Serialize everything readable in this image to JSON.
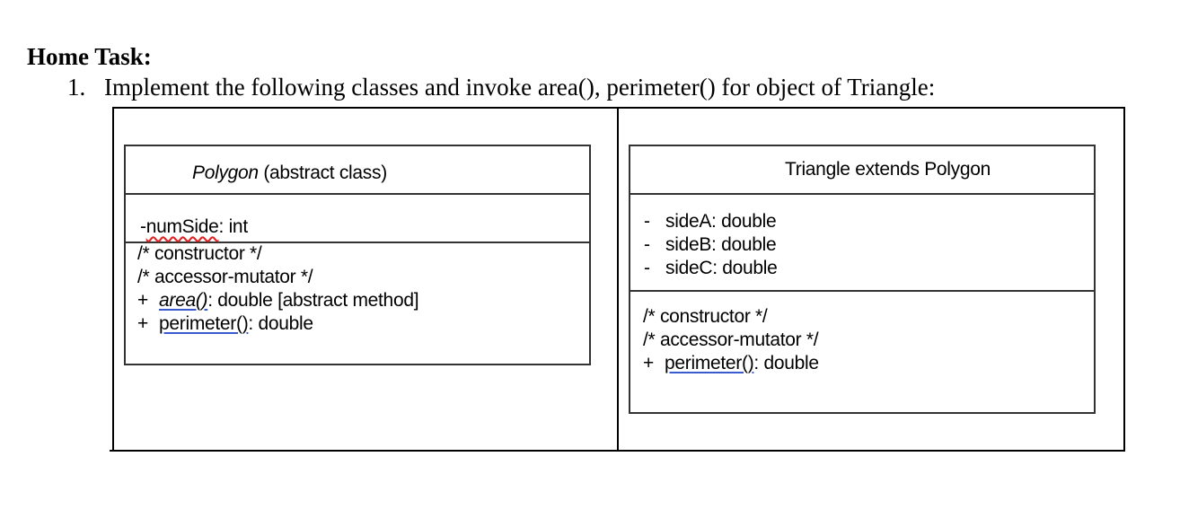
{
  "heading": "Home Task:",
  "task": {
    "number": "1.",
    "text": "Implement the following classes and invoke area(), perimeter() for object of Triangle:"
  },
  "polygon": {
    "name": "Polygon",
    "name_suffix": " (abstract class)",
    "attribute_prefix": "-",
    "attribute_name": "numSide",
    "attribute_type": ": int",
    "comment_constructor": "/* constructor */",
    "comment_accessor": "/* accessor-mutator */",
    "area_mark": "+",
    "area_name": "area()",
    "area_rest": ": double [abstract method]",
    "perimeter_mark": "+",
    "perimeter_name": "perimeter()",
    "perimeter_rest": ": double"
  },
  "triangle": {
    "title": "Triangle extends Polygon",
    "attributes": [
      {
        "mark": "-",
        "text": "sideA: double"
      },
      {
        "mark": "-",
        "text": "sideB: double"
      },
      {
        "mark": "-",
        "text": "sideC: double"
      }
    ],
    "comment_constructor": "/* constructor */",
    "comment_accessor": "/* accessor-mutator */",
    "perimeter_mark": "+",
    "perimeter_name": "perimeter()",
    "perimeter_rest": ": double"
  }
}
